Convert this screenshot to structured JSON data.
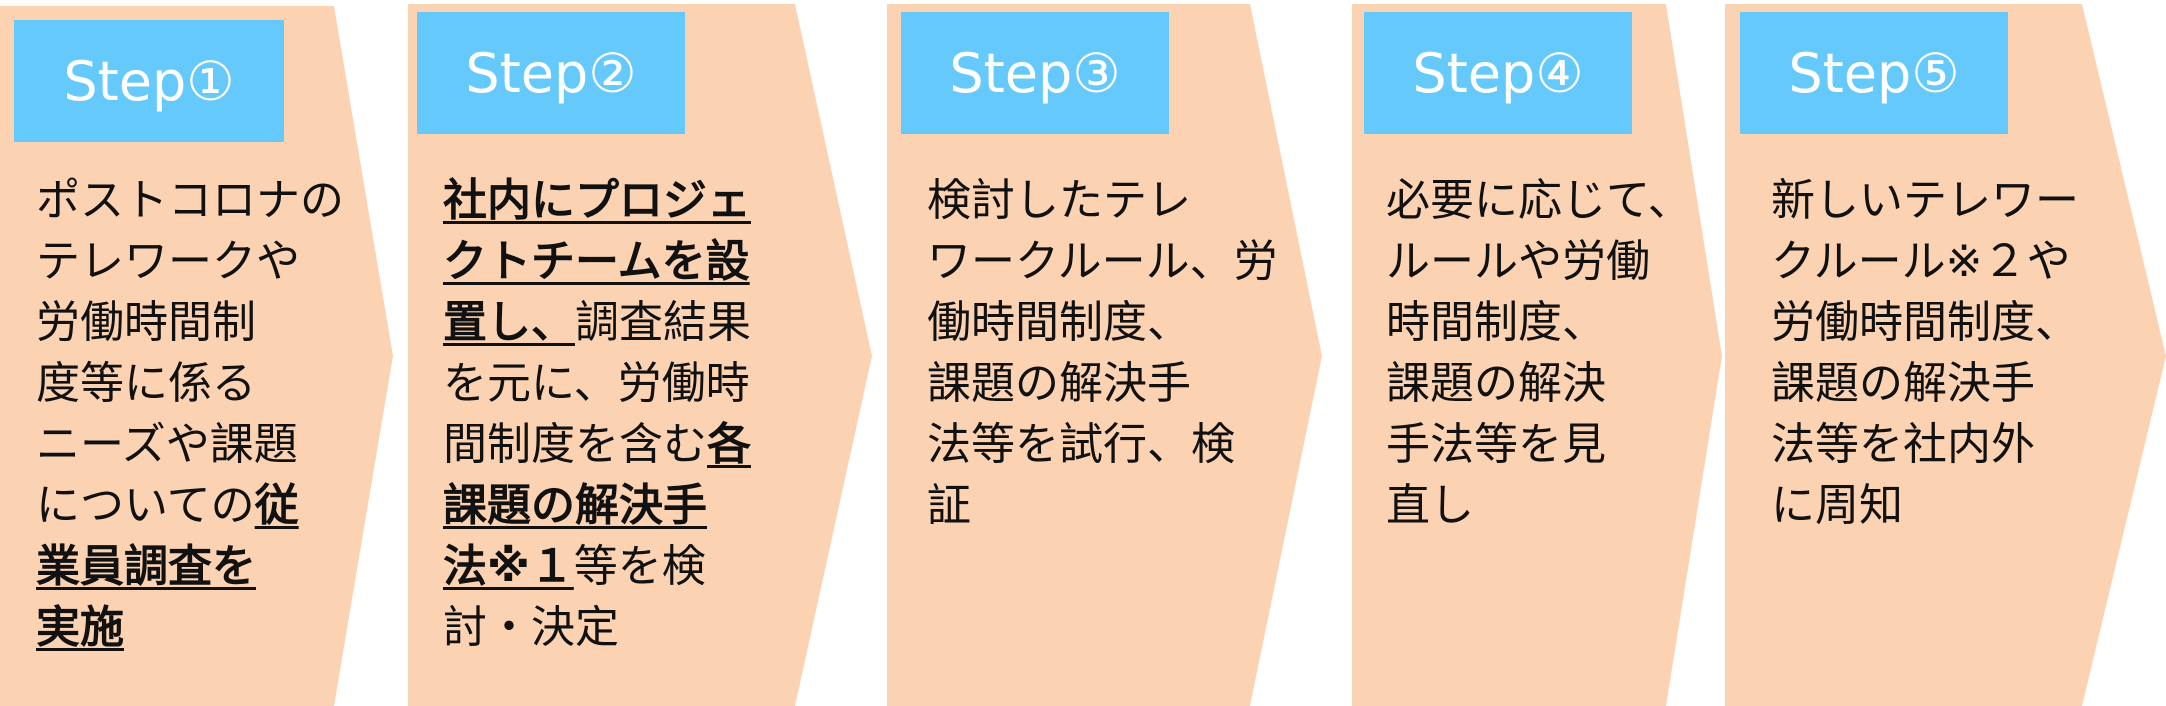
{
  "steps": [
    {
      "label": "Step①",
      "lines": [
        [
          {
            "t": "ポストコロナの",
            "em": false
          }
        ],
        [
          {
            "t": "テレワークや",
            "em": false
          }
        ],
        [
          {
            "t": "労働時間制",
            "em": false
          }
        ],
        [
          {
            "t": "度等に係る",
            "em": false
          }
        ],
        [
          {
            "t": "ニーズや課題",
            "em": false
          }
        ],
        [
          {
            "t": "についての",
            "em": false
          },
          {
            "t": "従",
            "em": true
          }
        ],
        [
          {
            "t": "業員調査を",
            "em": true
          }
        ],
        [
          {
            "t": "実施",
            "em": true
          }
        ]
      ]
    },
    {
      "label": "Step②",
      "lines": [
        [
          {
            "t": "社内にプロジェ",
            "em": true
          }
        ],
        [
          {
            "t": "クトチームを設",
            "em": true
          }
        ],
        [
          {
            "t": "置し、",
            "em": true
          },
          {
            "t": "調査結果",
            "em": false
          }
        ],
        [
          {
            "t": "を元に、労働時",
            "em": false
          }
        ],
        [
          {
            "t": "間制度を含む",
            "em": false
          },
          {
            "t": "各",
            "em": true
          }
        ],
        [
          {
            "t": "課題の解決手",
            "em": true
          }
        ],
        [
          {
            "t": "法※１",
            "em": true
          },
          {
            "t": "等を検",
            "em": false
          }
        ],
        [
          {
            "t": "討・決定",
            "em": false
          }
        ]
      ]
    },
    {
      "label": "Step③",
      "lines": [
        [
          {
            "t": "検討したテレ",
            "em": false
          }
        ],
        [
          {
            "t": "ワークルール、労",
            "em": false
          }
        ],
        [
          {
            "t": "働時間制度、",
            "em": false
          }
        ],
        [
          {
            "t": "課題の解決手",
            "em": false
          }
        ],
        [
          {
            "t": "法等を試行、検",
            "em": false
          }
        ],
        [
          {
            "t": "証",
            "em": false
          }
        ]
      ]
    },
    {
      "label": "Step④",
      "lines": [
        [
          {
            "t": "必要に応じて、",
            "em": false
          }
        ],
        [
          {
            "t": "ルールや労働",
            "em": false
          }
        ],
        [
          {
            "t": "時間制度、",
            "em": false
          }
        ],
        [
          {
            "t": "課題の解決",
            "em": false
          }
        ],
        [
          {
            "t": "手法等を見",
            "em": false
          }
        ],
        [
          {
            "t": "直し",
            "em": false
          }
        ]
      ]
    },
    {
      "label": "Step⑤",
      "lines": [
        [
          {
            "t": "新しいテレワー",
            "em": false
          }
        ],
        [
          {
            "t": "クルール※２や",
            "em": false
          }
        ],
        [
          {
            "t": "労働時間制度、",
            "em": false
          }
        ],
        [
          {
            "t": "課題の解決手",
            "em": false
          }
        ],
        [
          {
            "t": "法等を社内外",
            "em": false
          }
        ],
        [
          {
            "t": "に周知",
            "em": false
          }
        ]
      ]
    }
  ],
  "colors": {
    "chevron": "#fbd3b3",
    "step_box": "#66c9fb",
    "step_text": "#ffffff",
    "body_text": "#111111"
  }
}
